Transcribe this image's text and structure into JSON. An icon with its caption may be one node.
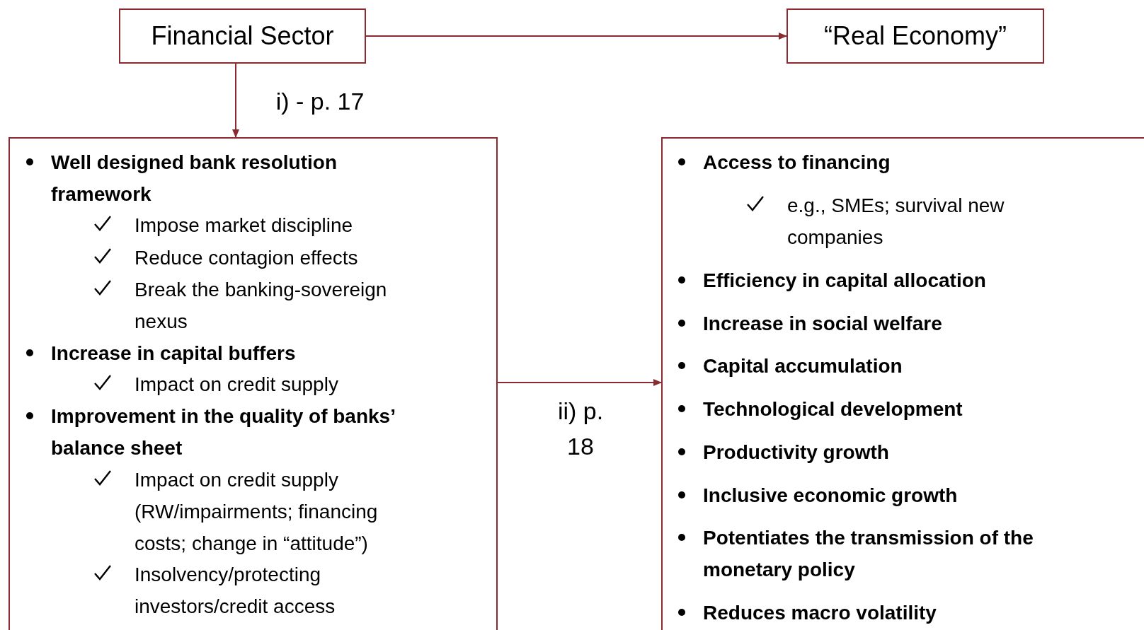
{
  "diagram": {
    "nodes": [
      {
        "text": [
          "Financial Sector"
        ]
      },
      {
        "text": [
          "“Real Economy”"
        ]
      },
      {
        "text": [
          "Well designed bank resolution framework",
          "Impose market discipline",
          "Reduce contagion effects",
          "Break the banking-sovereign nexus",
          "Increase in capital buffers",
          "Impact on credit supply",
          "Improvement in the quality of banks’ balance sheet",
          "Impact on credit supply (RW/impairments; financing costs; change in “attitude”)",
          "Insolvency/protecting investors/credit access"
        ]
      },
      {
        "text": [
          "Access to financing",
          "e.g., SMEs; survival new companies",
          "Efficiency in capital allocation",
          "Increase in social welfare",
          "Capital accumulation",
          "Technological development",
          "Productivity growth",
          "Inclusive economic growth",
          "Potentiates the transmission of the monetary policy",
          "Reduces macro volatility"
        ]
      }
    ],
    "edges": [
      {
        "from": 0,
        "to": 1,
        "arrow": "to"
      },
      {
        "from": 0,
        "to": 2,
        "arrow": "to",
        "label": "i) - p. 17"
      },
      {
        "from": 2,
        "to": 3,
        "arrow": "to",
        "label": "ii) p. 18"
      }
    ]
  }
}
